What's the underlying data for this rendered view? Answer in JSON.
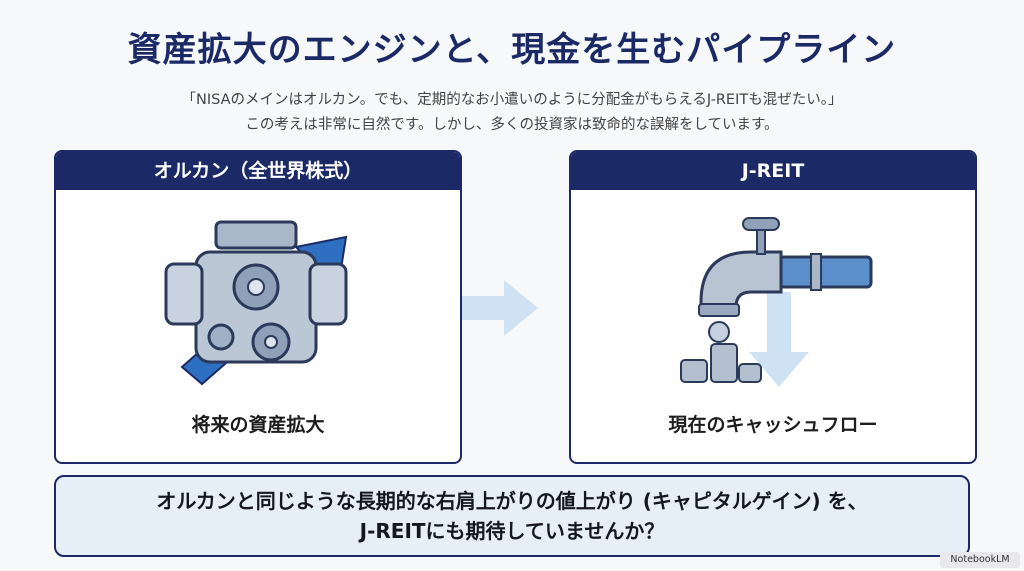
{
  "title": "資産拡大のエンジンと、現金を生むパイプライン",
  "subtitle_line1": "「NISAのメインはオルカン。でも、定期的なお小遣いのように分配金がもらえるJ-REITも混ぜたい。」",
  "subtitle_line2": "この考えは非常に自然です。しかし、多くの投資家は致命的な誤解をしています。",
  "left_card": {
    "header": "オルカン（全世界株式）",
    "caption": "将来の資産拡大",
    "icon": "engine-with-up-arrow-icon"
  },
  "right_card": {
    "header": "J-REIT",
    "caption": "現在のキャッシュフロー",
    "icon": "faucet-coins-icon"
  },
  "bottom_line1": "オルカンと同じような長期的な右肩上がりの値上がり (キャピタルゲイン) を、",
  "bottom_line2": "J-REITにも期待していませんか？",
  "badge": "NotebookLM",
  "colors": {
    "navy": "#1b2a66",
    "light_blue": "#e6eef8",
    "arrow_blue": "#9cc3ea"
  }
}
